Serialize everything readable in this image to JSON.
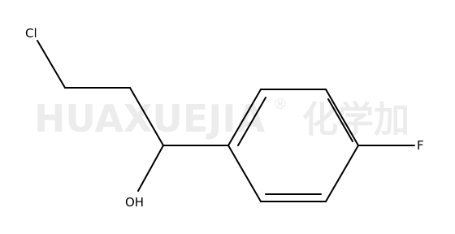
{
  "molecule": {
    "atoms": {
      "chlorine": "Cl",
      "hydroxyl": "OH",
      "fluorine": "F"
    }
  },
  "watermark": {
    "latin": "HUAXUEJIA",
    "registered": "®",
    "chinese": "化学加",
    "color": "#ececec"
  }
}
